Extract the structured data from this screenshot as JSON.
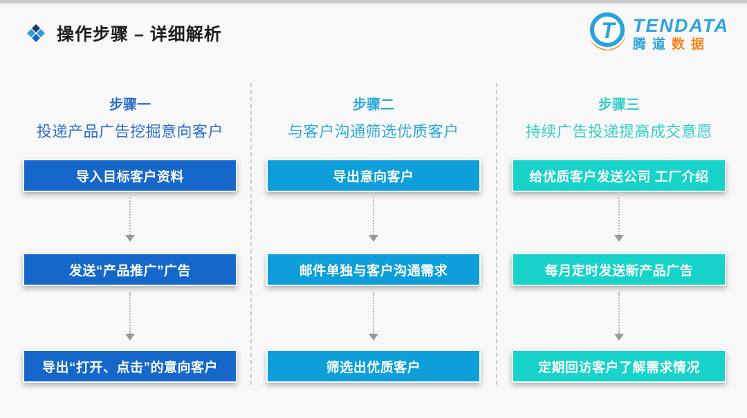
{
  "slide": {
    "title": "操作步骤 – 详细解析"
  },
  "logo": {
    "brand_en": "TENDATA",
    "brand_cn_blue": "腾道",
    "brand_cn_orange": "数据",
    "blue": "#2AA3DC",
    "orange": "#F5871F"
  },
  "columns": [
    {
      "title": "步骤一",
      "subtitle": "投递产品广告挖掘意向客户",
      "accent": "#2F6FC9",
      "box_color": "#1567C9",
      "boxes": [
        "导入目标客户资料",
        "发送“产品推广”广告",
        "导出“打开、点击”的意向客户"
      ]
    },
    {
      "title": "步骤二",
      "subtitle": "与客户沟通筛选优质客户",
      "accent": "#2BA8DF",
      "box_color": "#0E9FDB",
      "boxes": [
        "导出意向客户",
        "邮件单独与客户沟通需求",
        "筛选出优质客户"
      ]
    },
    {
      "title": "步骤三",
      "subtitle": "持续广告投递提高成交意愿",
      "accent": "#33CFC6",
      "box_color": "#17D3C9",
      "boxes": [
        "给优质客户发送公司 工厂介绍",
        "每月定时发送新产品广告",
        "定期回访客户了解需求情况"
      ]
    }
  ]
}
